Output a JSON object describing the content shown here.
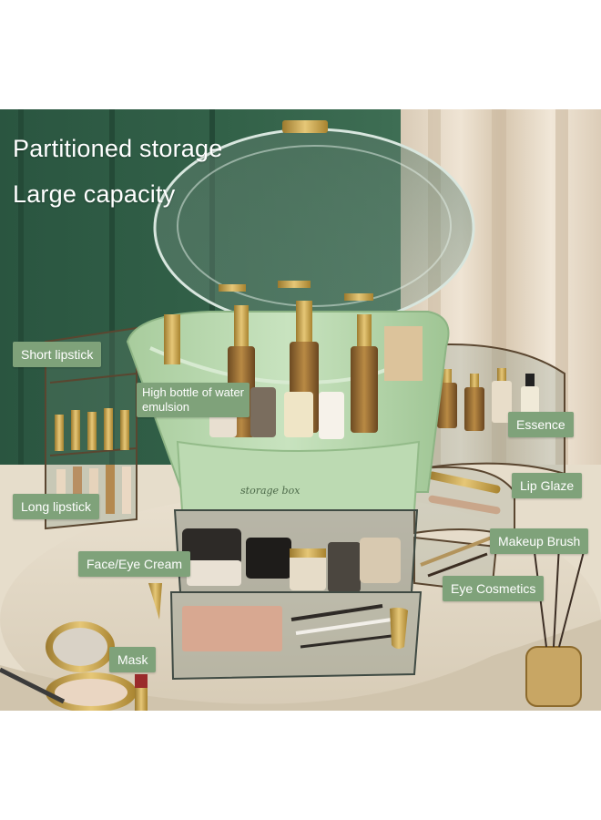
{
  "headline": {
    "line1": "Partitioned storage",
    "line2": "Large capacity"
  },
  "product_brand": "storage box",
  "labels": {
    "short_lipstick": "Short lipstick",
    "high_bottle": "High bottle of water emulsion",
    "long_lipstick": "Long lipstick",
    "face_eye_cream": "Face/Eye Cream",
    "mask": "Mask",
    "essence": "Essence",
    "lip_glaze": "Lip Glaze",
    "makeup_brush": "Makeup Brush",
    "eye_cosmetics": "Eye Cosmetics"
  },
  "colors": {
    "label_bg": "#7fa27a",
    "organizer_green": "#b9d8b0",
    "wall_green": "#2f5b45",
    "gold": "#c9a24a"
  }
}
